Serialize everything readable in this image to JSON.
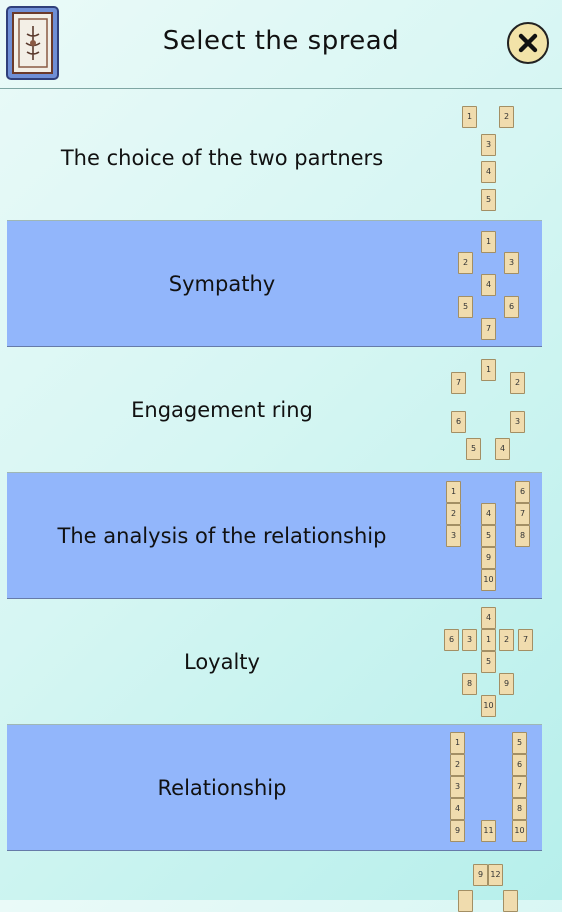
{
  "header": {
    "title": "Select the spread",
    "deck_icon": "card-back-icon",
    "close_icon": "close-icon"
  },
  "colors": {
    "highlight_row": "#92b6fb",
    "background": "#d6f6f3",
    "card": "#f0dcae",
    "close_button": "#f2e3a8"
  },
  "spreads": [
    {
      "title": "The choice of the two partners",
      "cards": [
        "1",
        "2",
        "3",
        "4",
        "5"
      ]
    },
    {
      "title": "Sympathy",
      "cards": [
        "1",
        "2",
        "3",
        "4",
        "5",
        "6",
        "7"
      ]
    },
    {
      "title": "Engagement ring",
      "cards": [
        "1",
        "7",
        "2",
        "6",
        "3",
        "5",
        "4"
      ]
    },
    {
      "title": "The analysis of the relationship",
      "cards": [
        "1",
        "6",
        "2",
        "4",
        "7",
        "3",
        "5",
        "8",
        "9",
        "10"
      ]
    },
    {
      "title": "Loyalty",
      "cards": [
        "4",
        "6",
        "3",
        "1",
        "2",
        "7",
        "5",
        "8",
        "9",
        "10"
      ]
    },
    {
      "title": "Relationship",
      "cards": [
        "1",
        "5",
        "2",
        "6",
        "3",
        "7",
        "4",
        "8",
        "9",
        "11",
        "10"
      ]
    },
    {
      "title": "",
      "cards": [
        "9",
        "12"
      ]
    }
  ]
}
